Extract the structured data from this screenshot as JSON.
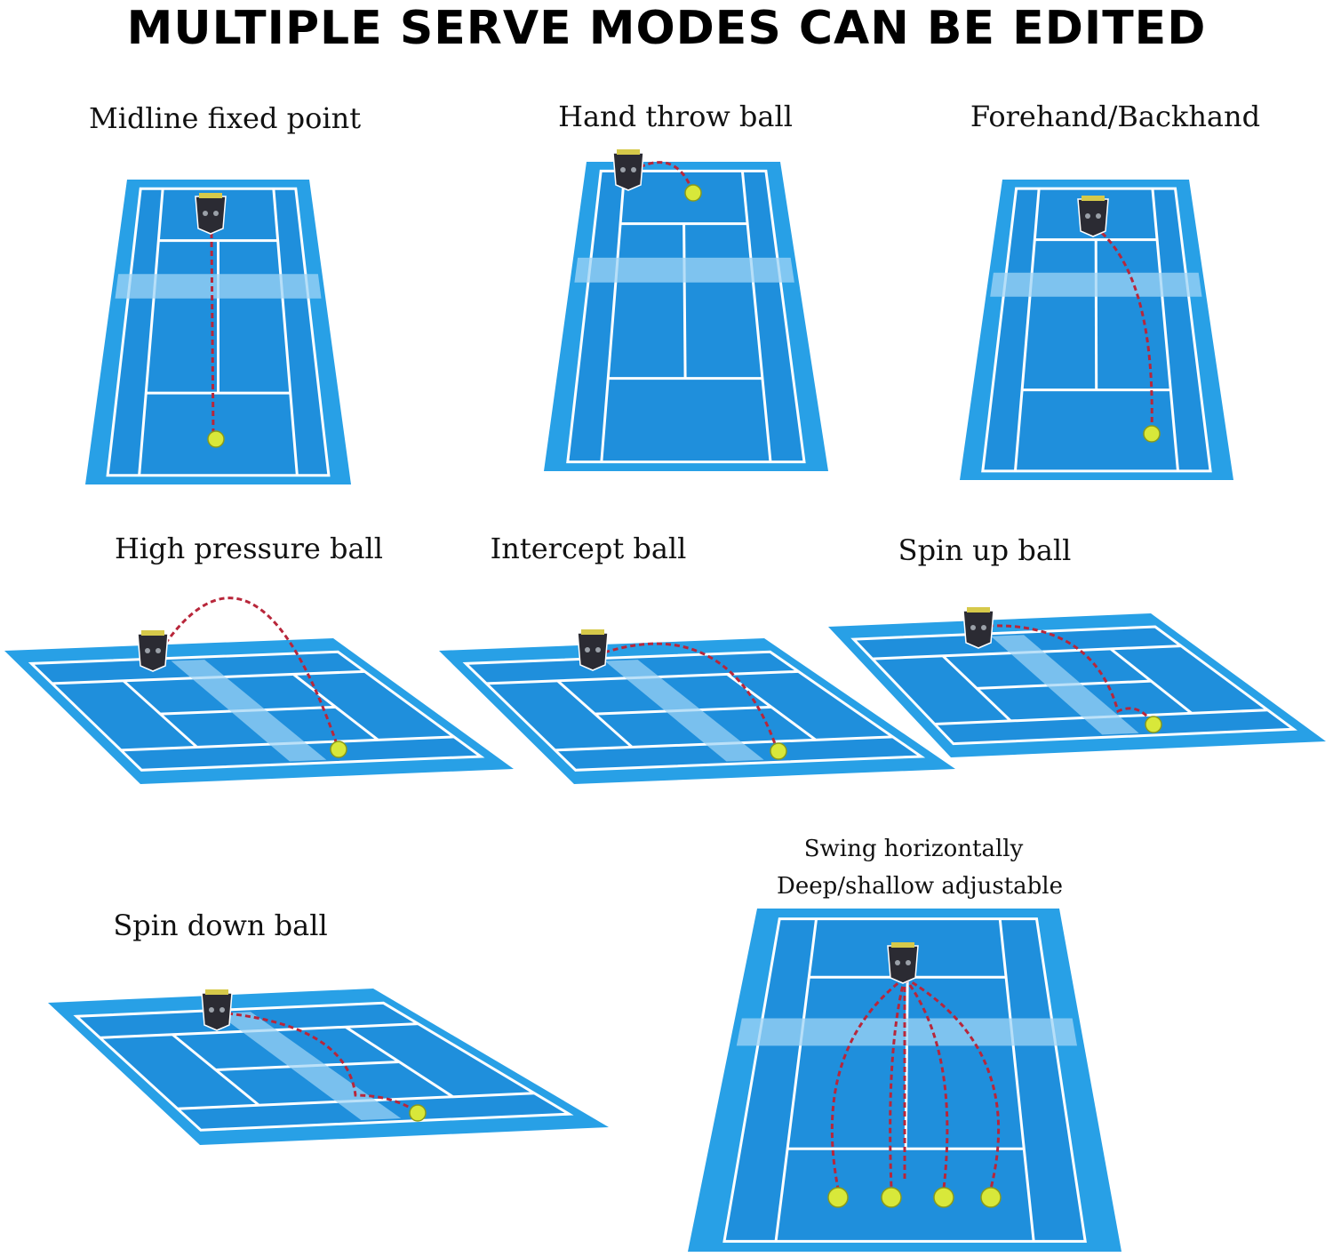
{
  "title": "MULTIPLE SERVE MODES CAN BE EDITED",
  "colors": {
    "court_outer": "#28a0e6",
    "court_inner": "#1f8fdc",
    "court_line": "#ffffff",
    "net_band": "#9fd4f5",
    "trajectory": "#b8263a",
    "ball": "#d8e83a",
    "machine": "#2b2b33"
  },
  "icons": {
    "machine": "ball-machine-icon",
    "ball": "tennis-ball-icon"
  },
  "modes": [
    {
      "id": "midline",
      "label": "Midline fixed point"
    },
    {
      "id": "hand-throw",
      "label": "Hand throw ball"
    },
    {
      "id": "forehand-backhand",
      "label": "Forehand/Backhand"
    },
    {
      "id": "high-pressure",
      "label": "High pressure ball"
    },
    {
      "id": "intercept",
      "label": "Intercept ball"
    },
    {
      "id": "spin-up",
      "label": "Spin up ball"
    },
    {
      "id": "spin-down",
      "label": "Spin down ball"
    },
    {
      "id": "swing",
      "label_line1": "Swing horizontally",
      "label_line2": "Deep/shallow adjustable"
    }
  ]
}
